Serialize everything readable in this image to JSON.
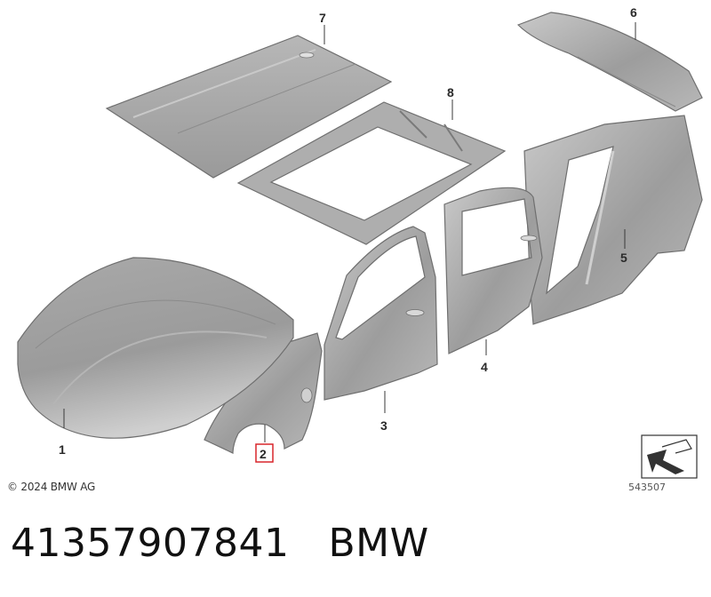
{
  "diagram": {
    "callouts": [
      {
        "id": "1",
        "label": "1",
        "part": "hood"
      },
      {
        "id": "2",
        "label": "2",
        "part": "front side panel",
        "highlighted": true
      },
      {
        "id": "3",
        "label": "3",
        "part": "front door"
      },
      {
        "id": "4",
        "label": "4",
        "part": "rear door"
      },
      {
        "id": "5",
        "label": "5",
        "part": "side frame"
      },
      {
        "id": "6",
        "label": "6",
        "part": "trunk lid"
      },
      {
        "id": "7",
        "label": "7",
        "part": "roof"
      },
      {
        "id": "8",
        "label": "8",
        "part": "roof frame"
      }
    ],
    "highlight_color": "#d9262c"
  },
  "copyright": "© 2024 BMW AG",
  "drawing_number": "543507",
  "footer": {
    "part_number": "41357907841",
    "brand": "BMW"
  }
}
